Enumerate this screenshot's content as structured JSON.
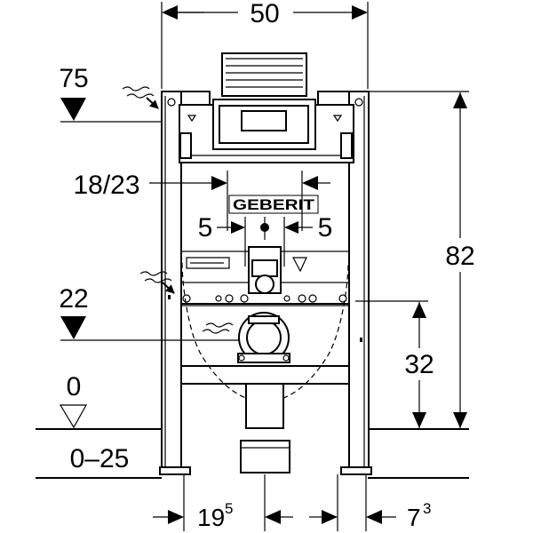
{
  "drawing": {
    "brand_logo": "GEBERIT",
    "dimensions": {
      "total_width": "50",
      "total_height": "82",
      "top_level": "75",
      "flush_plate_height": "18/23",
      "left_pipe_offset": "5",
      "right_pipe_offset": "5",
      "supply_level": "22",
      "drain_height": "32",
      "floor_level": "0",
      "floor_range": "0–25",
      "left_offset_base": "19",
      "left_offset_sup": "5",
      "right_offset_base": "7",
      "right_offset_sup": "3"
    }
  }
}
